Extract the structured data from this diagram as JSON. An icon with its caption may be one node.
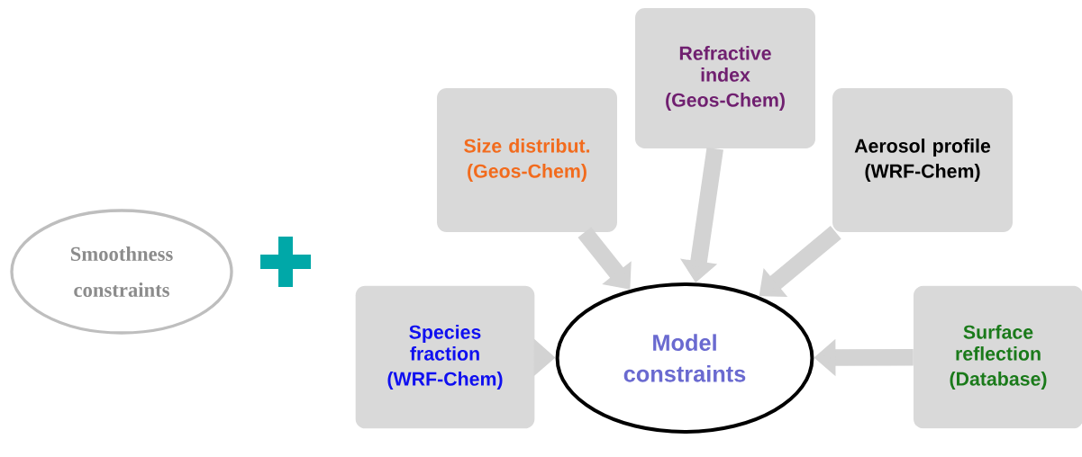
{
  "diagram": {
    "nodes": [
      {
        "text": [
          "Smoothness constraints"
        ]
      },
      {
        "text": [
          "Size distribut.",
          "(Geos-Chem)"
        ]
      },
      {
        "text": [
          "Refractive index",
          "(Geos-Chem)"
        ]
      },
      {
        "text": [
          "Aerosol profile",
          "(WRF-Chem)"
        ]
      },
      {
        "text": [
          "Species fraction",
          "(WRF-Chem)"
        ]
      },
      {
        "text": [
          "Model constraints"
        ]
      },
      {
        "text": [
          "Surface reflection",
          "(Database)"
        ]
      }
    ],
    "edges": [
      {
        "from": 1,
        "to": 5,
        "arrow": "to"
      },
      {
        "from": 2,
        "to": 5,
        "arrow": "to"
      },
      {
        "from": 3,
        "to": 5,
        "arrow": "to"
      },
      {
        "from": 4,
        "to": 5,
        "arrow": "to"
      },
      {
        "from": 6,
        "to": 5,
        "arrow": "to"
      }
    ]
  }
}
